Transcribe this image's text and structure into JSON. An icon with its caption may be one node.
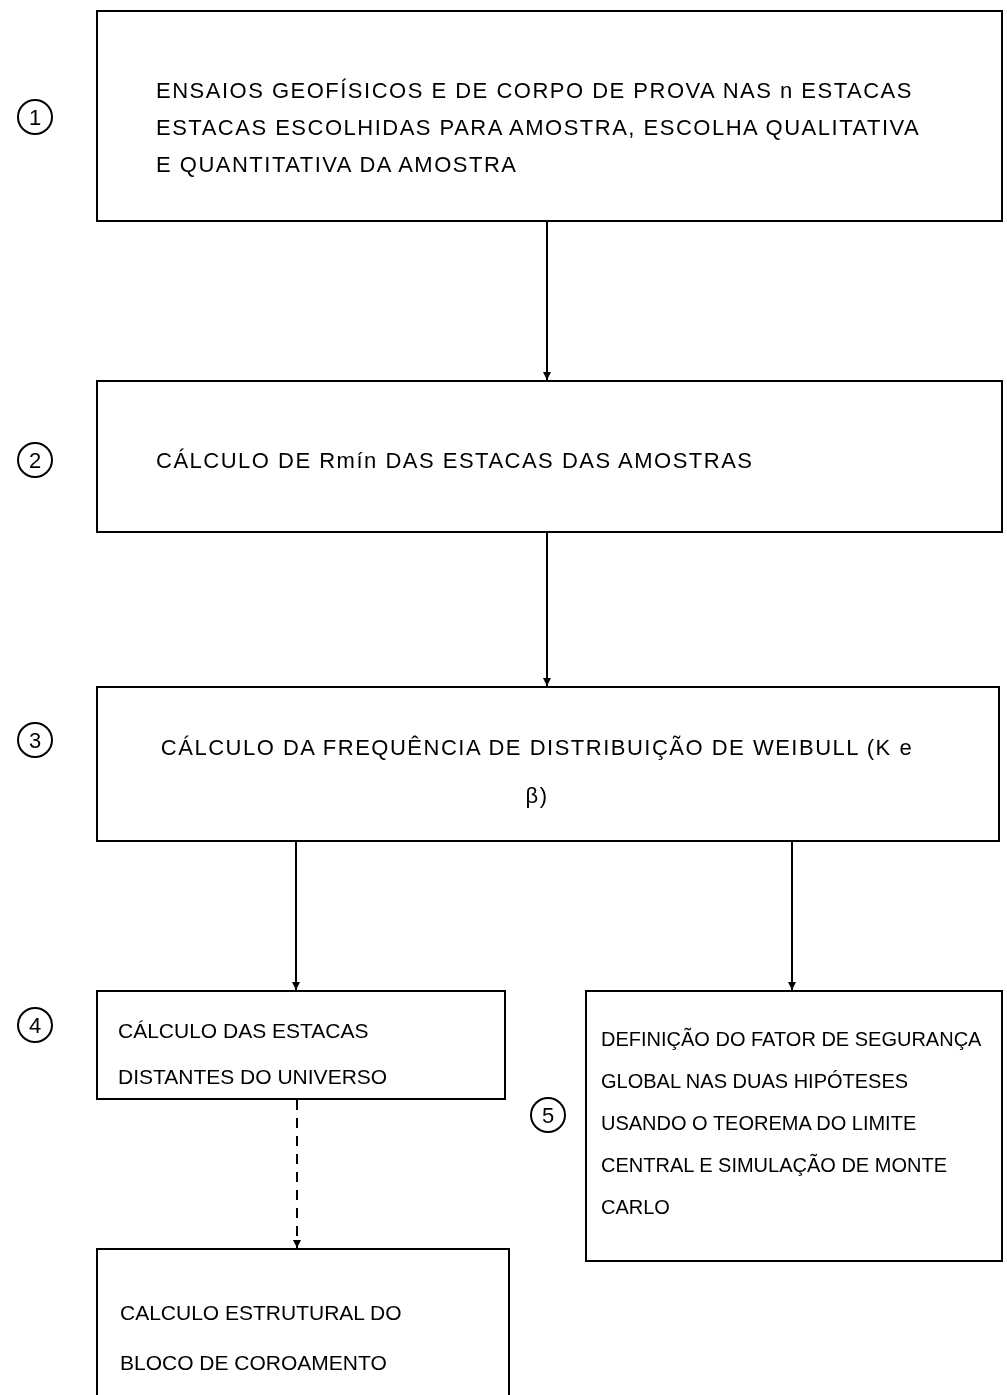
{
  "diagram": {
    "nodes": [
      {
        "text": [
          "ENSAIOS GEOFÍSICOS E DE CORPO DE PROVA NAS n ESTACAS ESTACAS ESCOLHIDAS PARA AMOSTRA, ESCOLHA QUALITATIVA E QUANTITATIVA DA AMOSTRA"
        ],
        "beside": [
          "1"
        ]
      },
      {
        "text": [
          "CÁLCULO DE Rmín DAS ESTACAS DAS AMOSTRAS"
        ],
        "beside": [
          "2"
        ]
      },
      {
        "text": [
          "CÁLCULO DA FREQUÊNCIA DE DISTRIBUIÇÃO DE WEIBULL (K e β)"
        ],
        "beside": [
          "3"
        ]
      },
      {
        "text": [
          "CÁLCULO DAS ESTACAS DISTANTES DO UNIVERSO"
        ],
        "beside": [
          "4"
        ]
      },
      {
        "text": [
          "DEFINIÇÃO DO FATOR DE SEGURANÇA GLOBAL NAS DUAS HIPÓTESES USANDO O TEOREMA DO LIMITE CENTRAL E SIMULAÇÃO DE MONTE CARLO"
        ],
        "beside": [
          "5"
        ]
      },
      {
        "text": [
          "CALCULO ESTRUTURAL DO BLOCO DE COROAMENTO"
        ]
      }
    ],
    "edges": [
      {
        "from": 0,
        "to": 1,
        "arrow": "to"
      },
      {
        "from": 1,
        "to": 2,
        "arrow": "to"
      },
      {
        "from": 2,
        "to": 3,
        "arrow": "to"
      },
      {
        "from": 2,
        "to": 4,
        "arrow": "to"
      },
      {
        "from": 3,
        "to": 5,
        "arrow": "to",
        "style": "dashed"
      }
    ]
  }
}
